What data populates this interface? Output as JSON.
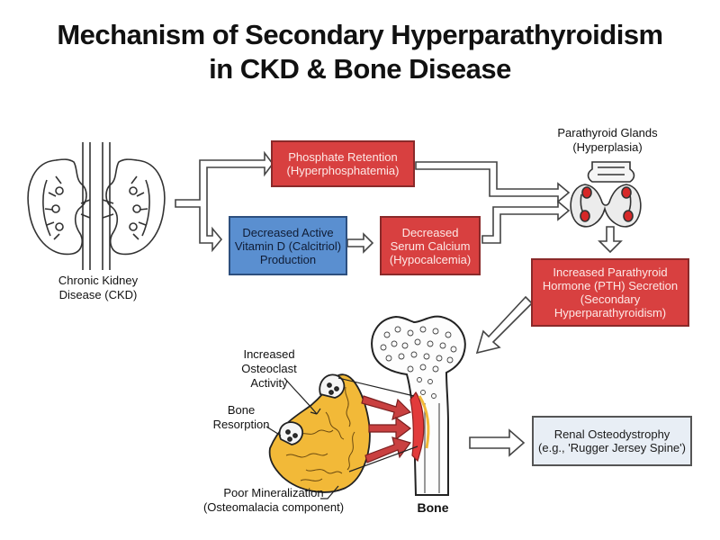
{
  "title": {
    "line1": "Mechanism of Secondary Hyperparathyroidism",
    "line2": "in CKD & Bone Disease"
  },
  "nodes": {
    "ckd": {
      "line1": "Chronic Kidney",
      "line2": "Disease (CKD)"
    },
    "phosphate": {
      "line1": "Phosphate Retention",
      "line2": "(Hyperphosphatemia)"
    },
    "vitamin_d": {
      "line1": "Decreased Active",
      "line2": "Vitamin D (Calcitriol)",
      "line3": "Production"
    },
    "calcium": {
      "line1": "Decreased",
      "line2": "Serum Calcium",
      "line3": "(Hypocalcemia)"
    },
    "parathyroid": {
      "line1": "Parathyroid Glands",
      "line2": "(Hyperplasia)"
    },
    "pth": {
      "line1": "Increased Parathyroid",
      "line2": "Hormone (PTH) Secretion",
      "line3": "(Secondary",
      "line4": "Hyperparathyroidism)"
    },
    "osteoclast": {
      "line1": "Increased",
      "line2": "Osteoclast",
      "line3": "Activity"
    },
    "resorption": {
      "line1": "Bone",
      "line2": "Resorption"
    },
    "mineralization": {
      "line1": "Poor Mineralization",
      "line2": "(Osteomalacia component)"
    },
    "bone": {
      "label": "Bone"
    },
    "osteodystrophy": {
      "line1": "Renal Osteodystrophy",
      "line2": "(e.g., 'Rugger Jersey Spine')"
    }
  },
  "colors": {
    "red_box": "#d84040",
    "blue_box": "#5a8fd0",
    "light_box": "#e8eef5",
    "bone_fill": "#f2b938",
    "arrow_red": "#c94040",
    "gland_spot": "#d62828"
  },
  "icons": [
    "kidney-icon",
    "thyroid-gland-icon",
    "femur-bone-icon",
    "bone-tissue-closeup-icon"
  ]
}
